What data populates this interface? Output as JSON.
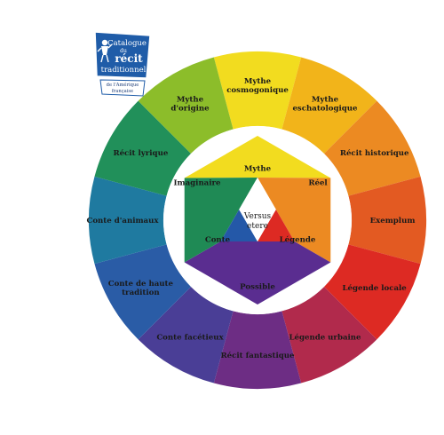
{
  "logo": {
    "line1": "Catalogue",
    "line2": "du",
    "line3": "récit",
    "line4": "traditionnel",
    "line5": "de l'Amérique",
    "line6": "française",
    "colors": {
      "blue": "#1f5ca8",
      "white": "#ffffff"
    }
  },
  "ring": {
    "segments": [
      {
        "lines": [
          "Mythe",
          "cosmogonique"
        ],
        "color": "#f2dc1f"
      },
      {
        "lines": [
          "Mythe",
          "eschatologique"
        ],
        "color": "#f2b41a"
      },
      {
        "lines": [
          "Récit historique"
        ],
        "color": "#ec8a22"
      },
      {
        "lines": [
          "Exemplum"
        ],
        "color": "#e35a22"
      },
      {
        "lines": [
          "Légende locale"
        ],
        "color": "#dd2a23"
      },
      {
        "lines": [
          "Légende urbaine"
        ],
        "color": "#b12a4c"
      },
      {
        "lines": [
          "Récit fantastique"
        ],
        "color": "#6d2d84"
      },
      {
        "lines": [
          "Conte facétieux"
        ],
        "color": "#4a3e96"
      },
      {
        "lines": [
          "Conte de haute",
          "tradition"
        ],
        "color": "#2a5ca6"
      },
      {
        "lines": [
          "Conte d'animaux"
        ],
        "color": "#1f7aa0"
      },
      {
        "lines": [
          "Récit lyrique"
        ],
        "color": "#21905a"
      },
      {
        "lines": [
          "Mythe",
          "d'origine"
        ],
        "color": "#8cbd2a"
      }
    ]
  },
  "hexagon": {
    "top": {
      "label": "Mythe",
      "color": "#f2dc1f"
    },
    "upper_right": {
      "label": "Réel",
      "color": "#ec8a22"
    },
    "upper_left": {
      "label": "Imaginaire",
      "color": "#1f8a55"
    },
    "bottom": {
      "label": "Possible",
      "color": "#5a2d90"
    },
    "lower_left": {
      "label": "Conte",
      "color": "#2458a8"
    },
    "lower_right": {
      "label": "Légende",
      "color": "#dd2a23"
    }
  },
  "center": {
    "line1": "Versus",
    "line2": "etere"
  }
}
